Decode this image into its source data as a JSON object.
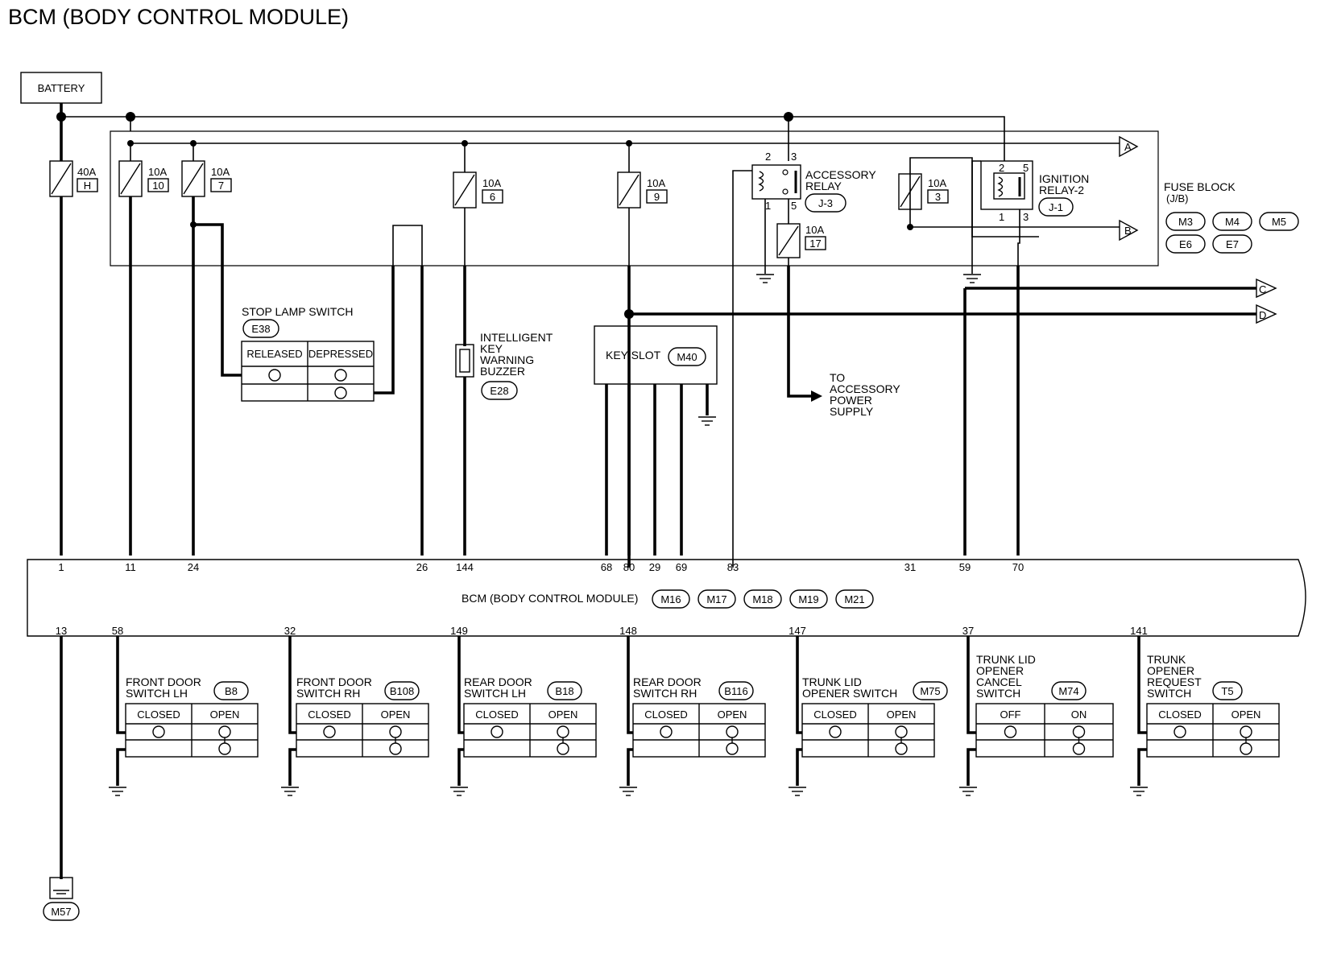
{
  "title": "BCM (BODY CONTROL MODULE)",
  "battery": "BATTERY",
  "fuse_block": {
    "label": "FUSE BLOCK",
    "sub": "(J/B)",
    "connectors": [
      "M3",
      "M4",
      "M5",
      "E6",
      "E7"
    ]
  },
  "fuses": [
    {
      "rating": "40A",
      "id": "H"
    },
    {
      "rating": "10A",
      "id": "10"
    },
    {
      "rating": "10A",
      "id": "7"
    },
    {
      "rating": "10A",
      "id": "6"
    },
    {
      "rating": "10A",
      "id": "9"
    },
    {
      "rating": "10A",
      "id": "17"
    },
    {
      "rating": "10A",
      "id": "3"
    }
  ],
  "accessory_relay": {
    "lines": [
      "ACCESSORY",
      "RELAY"
    ],
    "connector": "J-3",
    "pins": [
      "2",
      "3",
      "1",
      "5"
    ]
  },
  "ignition_relay": {
    "lines": [
      "IGNITION",
      "RELAY-2"
    ],
    "connector": "J-1",
    "pins": [
      "2",
      "5",
      "1",
      "3"
    ]
  },
  "arrows": [
    "A",
    "B",
    "C",
    "D"
  ],
  "stop_lamp": {
    "label": "STOP LAMP SWITCH",
    "connector": "E38",
    "states": [
      "RELEASED",
      "DEPRESSED"
    ]
  },
  "buzzer": {
    "lines": [
      "INTELLIGENT",
      "KEY",
      "WARNING",
      "BUZZER"
    ],
    "connector": "E28"
  },
  "key_slot": {
    "label": "KEY SLOT",
    "connector": "M40"
  },
  "accessory_supply": [
    "TO",
    "ACCESSORY",
    "POWER",
    "SUPPLY"
  ],
  "bcm": {
    "label": "BCM (BODY CONTROL MODULE)",
    "connectors": [
      "M16",
      "M17",
      "M18",
      "M19",
      "M21"
    ],
    "top_pins": [
      "1",
      "11",
      "24",
      "26",
      "144",
      "68",
      "80",
      "29",
      "69",
      "83",
      "31",
      "59",
      "70"
    ],
    "bottom_pins": [
      "13",
      "58",
      "32",
      "149",
      "148",
      "147",
      "37",
      "141"
    ]
  },
  "ground": {
    "connector": "M57"
  },
  "switches": [
    {
      "lines": [
        "FRONT DOOR",
        "SWITCH LH"
      ],
      "connector": "B8",
      "states": [
        "CLOSED",
        "OPEN"
      ]
    },
    {
      "lines": [
        "FRONT DOOR",
        "SWITCH RH"
      ],
      "connector": "B108",
      "states": [
        "CLOSED",
        "OPEN"
      ]
    },
    {
      "lines": [
        "REAR DOOR",
        "SWITCH LH"
      ],
      "connector": "B18",
      "states": [
        "CLOSED",
        "OPEN"
      ]
    },
    {
      "lines": [
        "REAR DOOR",
        "SWITCH RH"
      ],
      "connector": "B116",
      "states": [
        "CLOSED",
        "OPEN"
      ]
    },
    {
      "lines": [
        "TRUNK LID",
        "OPENER SWITCH"
      ],
      "connector": "M75",
      "states": [
        "CLOSED",
        "OPEN"
      ]
    },
    {
      "lines": [
        "TRUNK LID",
        "OPENER",
        "CANCEL",
        "SWITCH"
      ],
      "connector": "M74",
      "states": [
        "OFF",
        "ON"
      ]
    },
    {
      "lines": [
        "TRUNK",
        "OPENER",
        "REQUEST",
        "SWITCH"
      ],
      "connector": "T5",
      "states": [
        "CLOSED",
        "OPEN"
      ]
    }
  ]
}
